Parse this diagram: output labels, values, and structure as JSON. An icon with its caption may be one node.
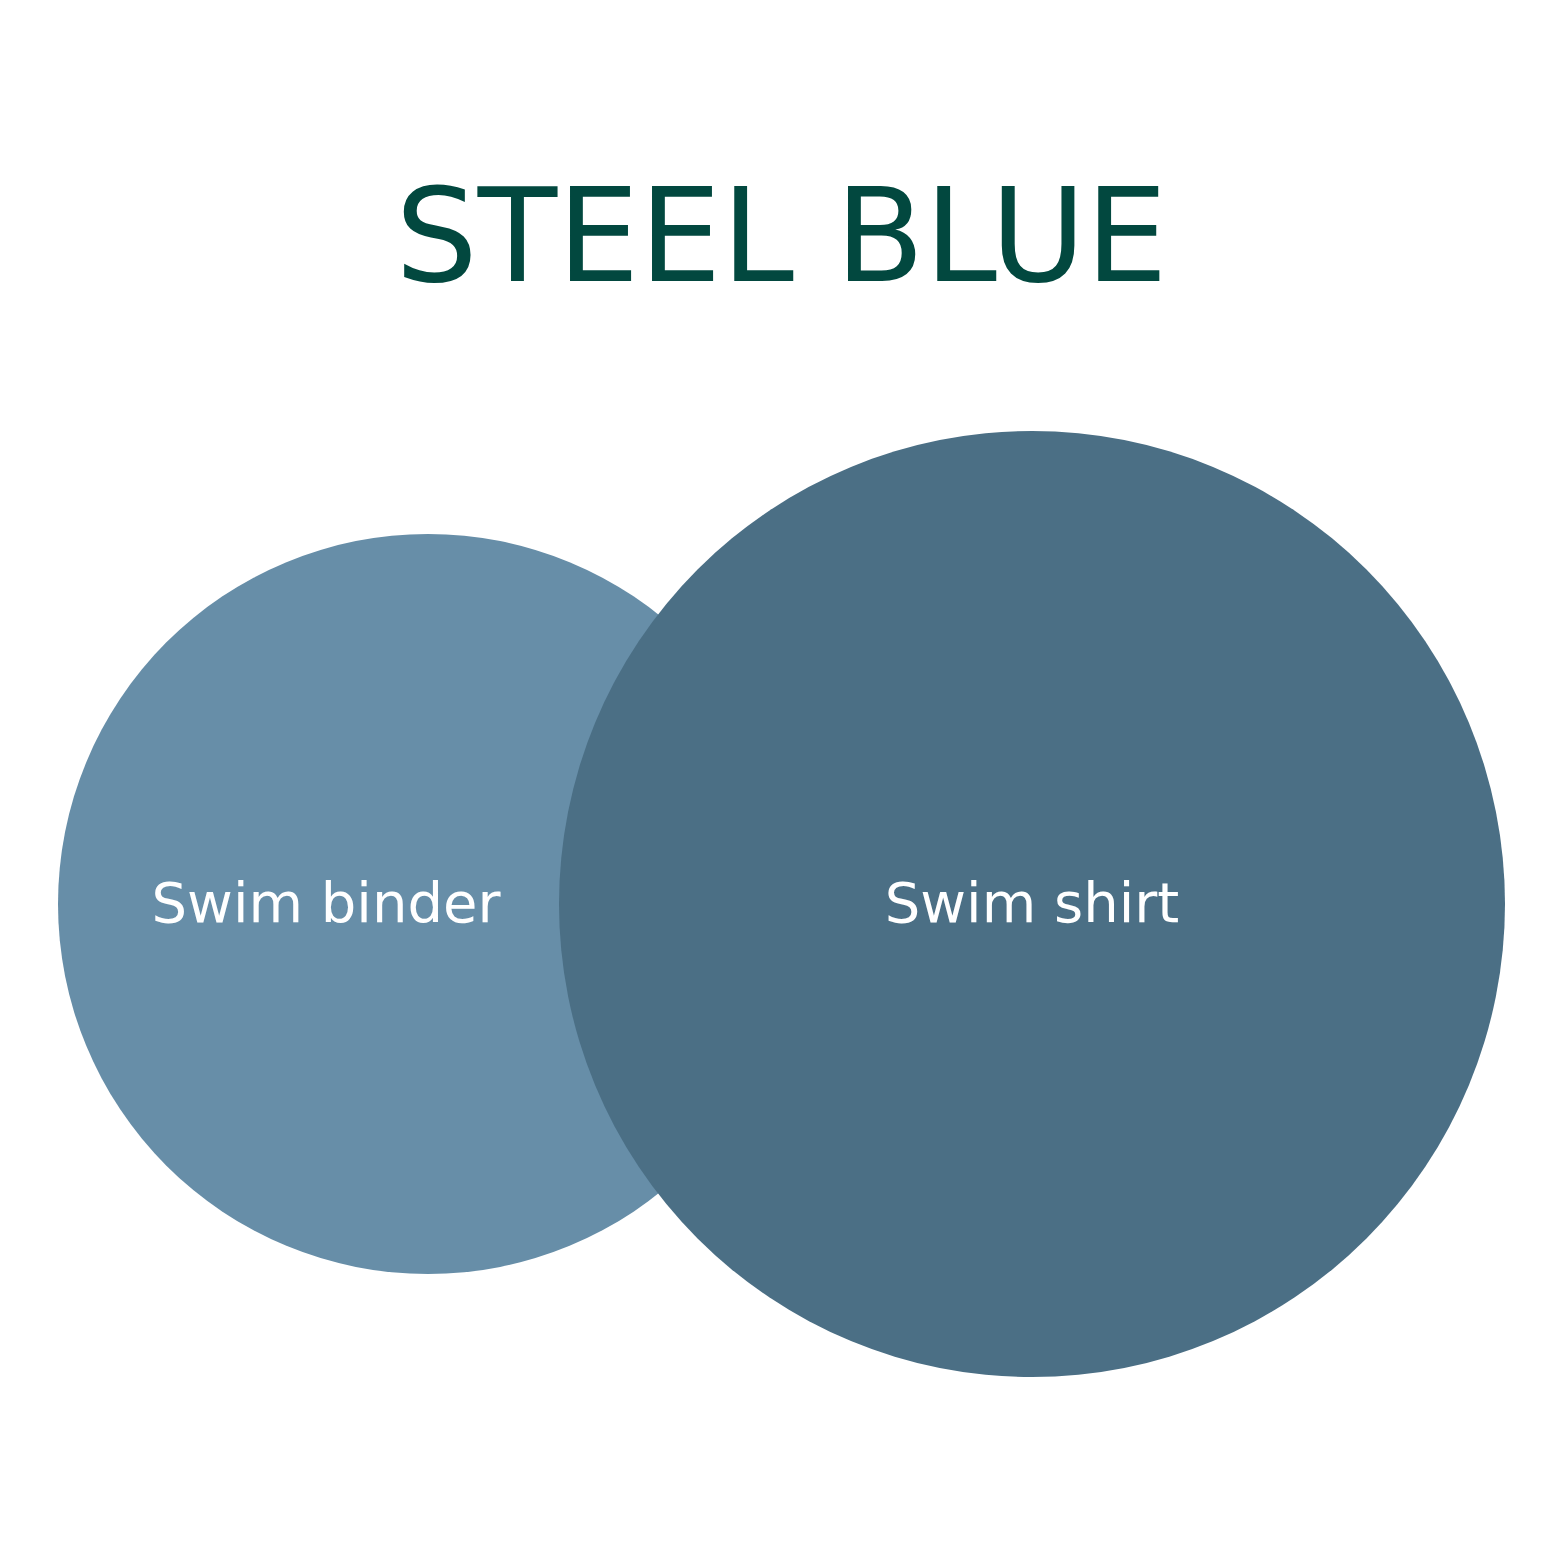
{
  "diagram": {
    "title": "STEEL BLUE",
    "nodes": [
      {
        "text": [
          "Swim binder"
        ]
      },
      {
        "text": [
          "Swim shirt"
        ]
      }
    ],
    "edges": []
  }
}
